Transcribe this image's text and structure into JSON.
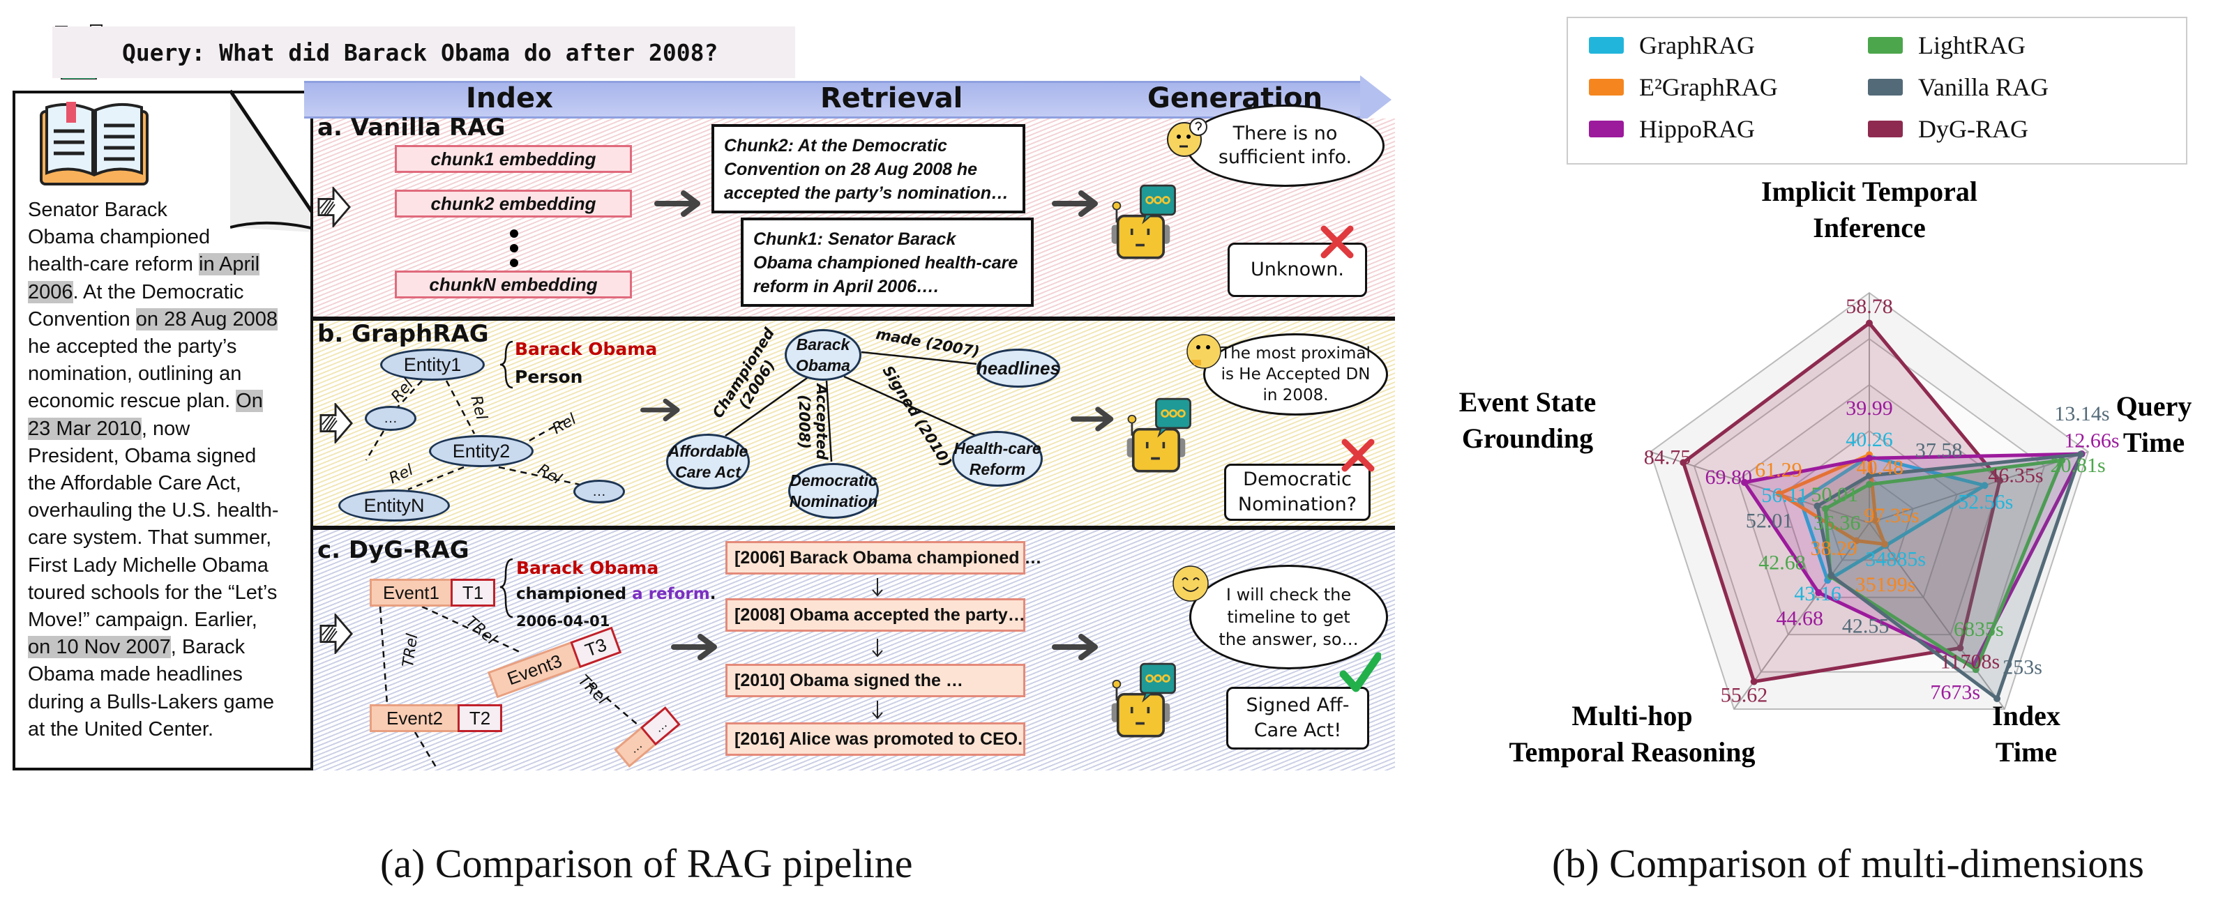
{
  "query": {
    "text": "Query: What did Barack Obama do after 2008?"
  },
  "document": {
    "lines": [
      [
        {
          "t": "Senator Barack"
        }
      ],
      [
        {
          "t": "Obama championed"
        }
      ],
      [
        {
          "t": "health-care reform "
        },
        {
          "t": "in April",
          "hl": true
        }
      ],
      [
        {
          "t": "2006",
          "hl": true
        },
        {
          "t": ". At the Democratic"
        }
      ],
      [
        {
          "t": "Convention "
        },
        {
          "t": "on 28 Aug 2008",
          "hl": true
        }
      ],
      [
        {
          "t": "he accepted the party’s"
        }
      ],
      [
        {
          "t": "nomination, outlining an"
        }
      ],
      [
        {
          "t": "economic rescue plan. "
        },
        {
          "t": "On",
          "hl": true
        }
      ],
      [
        {
          "t": "23 Mar 2010",
          "hl": true
        },
        {
          "t": ", now"
        }
      ],
      [
        {
          "t": "President, Obama signed"
        }
      ],
      [
        {
          "t": "the Affordable Care Act,"
        }
      ],
      [
        {
          "t": "overhauling the U.S. health-"
        }
      ],
      [
        {
          "t": "care system. That summer,"
        }
      ],
      [
        {
          "t": "First Lady Michelle Obama"
        }
      ],
      [
        {
          "t": "toured schools for the “Let’s"
        }
      ],
      [
        {
          "t": "Move!” campaign. Earlier,"
        }
      ],
      [
        {
          "t": "on 10 Nov 2007",
          "hl": true
        },
        {
          "t": ", Barack"
        }
      ],
      [
        {
          "t": "Obama made headlines"
        }
      ],
      [
        {
          "t": "during a Bulls-Lakers game"
        }
      ],
      [
        {
          "t": "at the United Center."
        }
      ]
    ]
  },
  "stages": {
    "index": "Index",
    "retrieval": "Retrieval",
    "generation": "Generation"
  },
  "vanilla": {
    "title": "a. Vanilla RAG",
    "chunks": [
      "chunk1 embedding",
      "chunk2 embedding",
      "chunkN embedding"
    ],
    "retrieved": [
      "Chunk2: At the Democratic\nConvention on 28 Aug 2008 he\naccepted the party’s nomination…",
      "Chunk1: Senator Barack\nObama championed health-care\nreform in April 2006…."
    ],
    "thought": "There is no\nsufficient info.",
    "answer": "Unknown."
  },
  "graphrag": {
    "title": "b. GraphRAG",
    "entities": [
      "Entity1",
      "Entity2",
      "EntityN",
      "…",
      "…"
    ],
    "rel": "Rel",
    "attr_name": "Barack Obama",
    "attr_type": "Person",
    "nodes": {
      "center": "Barack\nObama",
      "headlines": "headlines",
      "aca": "Affordable\nCare Act",
      "dn": "Democratic\nNomination",
      "hcr": "Health-care\nReform"
    },
    "edges": {
      "championed": "Championed\n(2006)",
      "accepted": "Accepted\n(2008)",
      "signed": "Signed (2010)",
      "made": "made (2007)"
    },
    "thought": "The most proximal\nis He Accepted DN\nin 2008.",
    "answer": "Democratic\nNomination?"
  },
  "dyg": {
    "title": "c. DyG-RAG",
    "events": [
      {
        "name": "Event1",
        "t": "T1"
      },
      {
        "name": "Event2",
        "t": "T2"
      },
      {
        "name": "Event3",
        "t": "T3"
      },
      {
        "name": "…",
        "t": "…"
      }
    ],
    "trel": "TRel",
    "attr_name": "Barack Obama",
    "attr_action": "championed ",
    "attr_object": "a reform",
    "attr_end": ".",
    "attr_date": "2006-04-01",
    "timeline": [
      "[2006] Barack Obama championed …",
      "[2008] Obama accepted the party…",
      "[2010] Obama signed the …",
      "[2016] Alice was promoted to CEO."
    ],
    "thought": "I will check the\ntimeline to get\nthe answer, so…",
    "answer": "Signed Aff-\nCare Act!"
  },
  "colors": {
    "wrong": "#e0393e",
    "right": "#22b04b",
    "name_red": "#c00000",
    "purple": "#7a2fc0"
  },
  "captions": {
    "a": "(a) Comparison of RAG pipeline",
    "b": "(b) Comparison of multi-dimensions"
  },
  "chart_data": {
    "type": "radar",
    "axes": [
      "Implicit Temporal\nInference",
      "Query\nTime",
      "Index\nTime",
      "Multi-hop\nTemporal Reasoning",
      "Event State\nGrounding"
    ],
    "units": [
      "",
      "s",
      "s",
      "",
      ""
    ],
    "legend_placement": "top",
    "series": [
      {
        "name": "DyG-RAG",
        "color": "#8e2a4f",
        "values": [
          58.78,
          46.35,
          11708,
          55.62,
          84.75
        ]
      },
      {
        "name": "GraphRAG",
        "color": "#22b5db",
        "values": [
          40.26,
          52.56,
          34885,
          43.16,
          56.11
        ]
      },
      {
        "name": "E²GraphRAG",
        "color": "#f5861f",
        "values": [
          40.48,
          97.35,
          35199,
          38.29,
          61.29
        ]
      },
      {
        "name": "HippoRAG",
        "color": "#9c1a9c",
        "values": [
          39.99,
          12.66,
          7673,
          44.68,
          69.8
        ]
      },
      {
        "name": "LightRAG",
        "color": "#4ca64c",
        "values": [
          36.36,
          20.81,
          6835,
          42.68,
          50.01
        ]
      },
      {
        "name": "Vanilla RAG",
        "color": "#536a78",
        "values": [
          37.58,
          13.14,
          253,
          42.55,
          52.01
        ]
      }
    ],
    "legend_order": [
      "GraphRAG",
      "E²GraphRAG",
      "HippoRAG",
      "LightRAG",
      "Vanilla RAG",
      "DyG-RAG"
    ]
  }
}
